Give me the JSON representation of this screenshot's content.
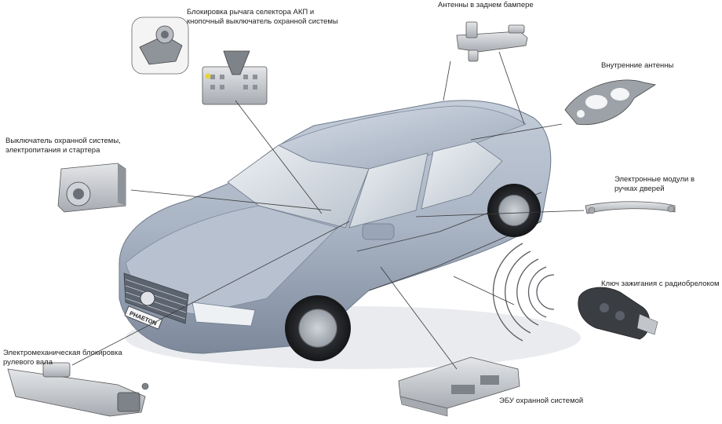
{
  "labels": {
    "selector_lock": [
      "Блокировка рычага селектора АКП и",
      "кнопочный выключатель охранной системы"
    ],
    "rear_bumper_antennas": [
      "Антенны в заднем бампере"
    ],
    "interior_antennas": [
      "Внутренние антенны"
    ],
    "alarm_switch": [
      "Выключатель охранной системы,",
      "электропитания и стартера"
    ],
    "door_handle_modules": [
      "Электронные модули в",
      "ручках дверей"
    ],
    "ignition_key": [
      "Ключ зажигания с радиобрелоком"
    ],
    "steering_lock": [
      "Электромеханическая блокировка",
      "рулевого вала"
    ],
    "alarm_ecu": [
      "ЭБУ охранной системой"
    ]
  },
  "plate": "PHAETON",
  "colors": {
    "car_body": "#a9b4c4",
    "car_dark": "#6f7b8c",
    "part": "#c9ccd0",
    "line": "#3a3a3a"
  }
}
